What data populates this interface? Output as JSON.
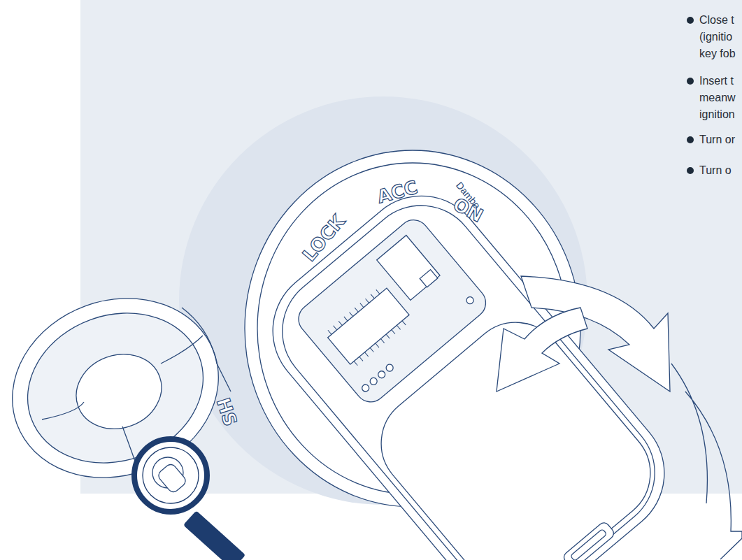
{
  "diagram": {
    "labels": [
      "Close t",
      "(ignitio",
      "key fob",
      "Insert t",
      "meanw",
      "ignition",
      "Turn or",
      "Turn o",
      "LOCK",
      "ACC",
      "ON",
      "HS",
      "Dambo"
    ]
  }
}
